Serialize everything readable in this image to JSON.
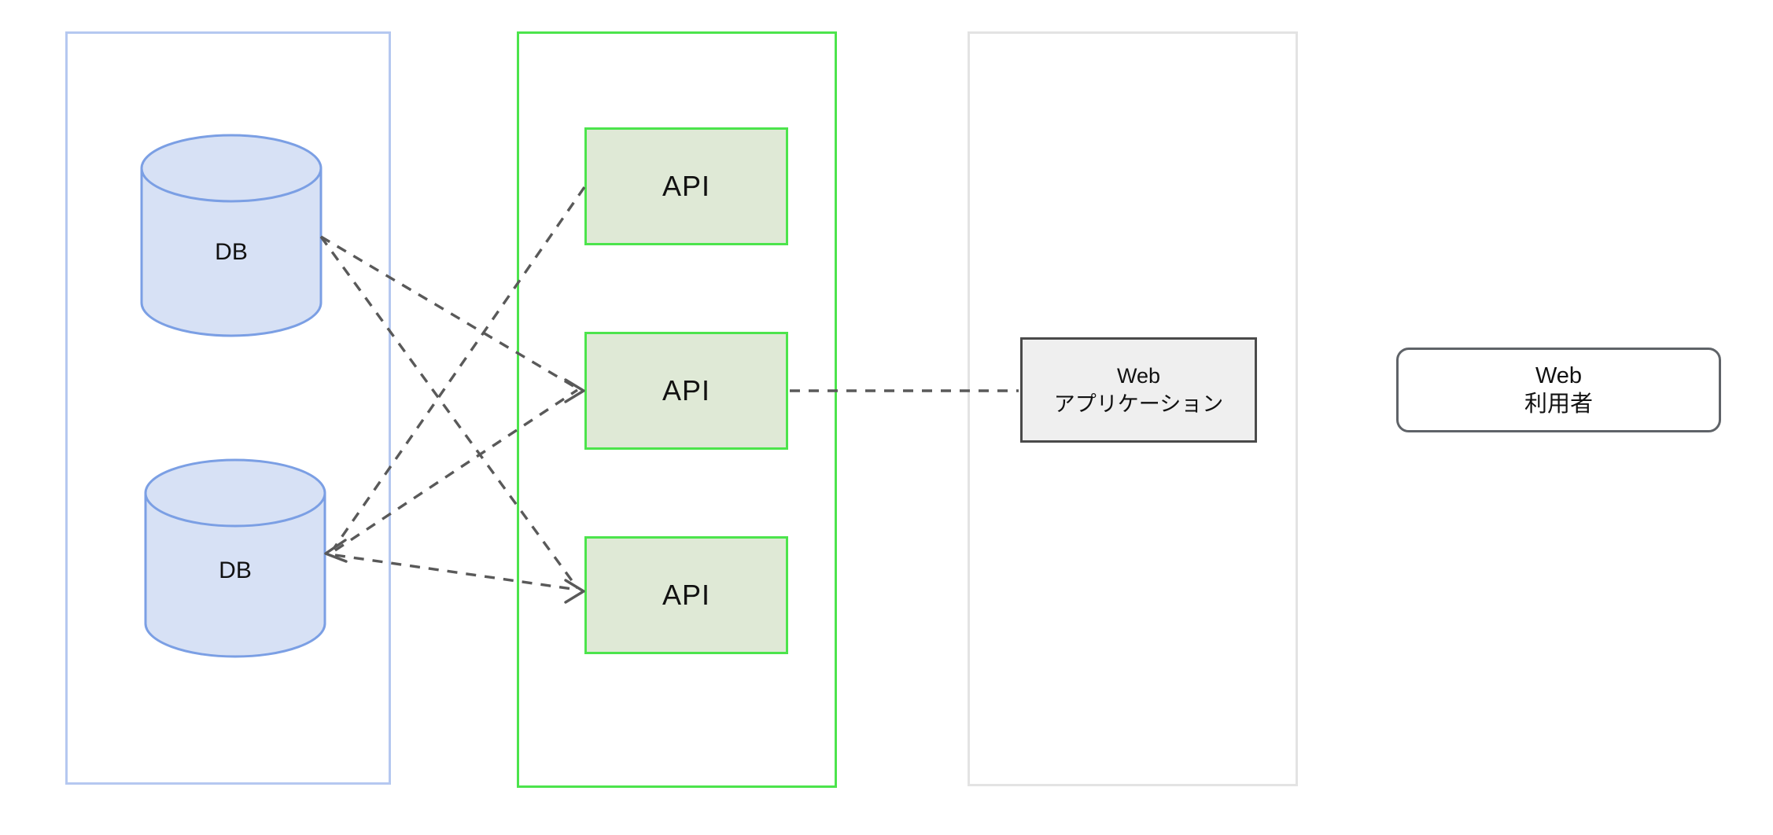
{
  "diagram": {
    "nodes": {
      "db1": {
        "label": "DB",
        "shape": "database-cylinder"
      },
      "db2": {
        "label": "DB",
        "shape": "database-cylinder"
      },
      "api1": {
        "label": "API",
        "shape": "rectangle"
      },
      "api2": {
        "label": "API",
        "shape": "rectangle"
      },
      "api3": {
        "label": "API",
        "shape": "rectangle"
      },
      "webapp": {
        "line1": "Web",
        "line2": "アプリケーション",
        "shape": "rectangle"
      },
      "webuser": {
        "line1": "Web",
        "line2": "利用者",
        "shape": "rounded-rectangle"
      }
    },
    "groups": {
      "db_tier": {
        "contains": [
          "db1",
          "db2"
        ]
      },
      "api_tier": {
        "contains": [
          "api1",
          "api2",
          "api3"
        ]
      },
      "webapp_tier": {
        "contains": [
          "webapp"
        ]
      }
    },
    "connections": [
      {
        "from": "api1",
        "to": "db2",
        "style": "dashed",
        "arrowhead_at": "db2"
      },
      {
        "from": "db1",
        "to": "api2",
        "style": "dashed",
        "arrowhead_at": "api2"
      },
      {
        "from": "db1",
        "to": "api3",
        "style": "dashed",
        "arrowhead_at": "api3"
      },
      {
        "from": "db2",
        "to": "api2",
        "style": "dashed",
        "arrowhead_at": "api2"
      },
      {
        "from": "db2",
        "to": "api3",
        "style": "dashed",
        "arrowhead_at": "api3"
      },
      {
        "from": "api2",
        "to": "webapp",
        "style": "dashed",
        "arrowhead_at": "none"
      }
    ],
    "colors": {
      "background": "#ffffff",
      "db_tier_border": "#b5c8f0",
      "db_fill": "#d7e1f5",
      "db_stroke": "#7b9fe4",
      "api_tier_border": "#4ce44c",
      "api_fill": "#dfe9d6",
      "api_stroke": "#4ce44c",
      "webapp_tier_border": "#e3e3e3",
      "webapp_fill": "#efefef",
      "webapp_stroke": "#4a4a4a",
      "webuser_fill": "#ffffff",
      "webuser_stroke": "#5f6368",
      "connector": "#595959",
      "text": "#111111"
    }
  }
}
